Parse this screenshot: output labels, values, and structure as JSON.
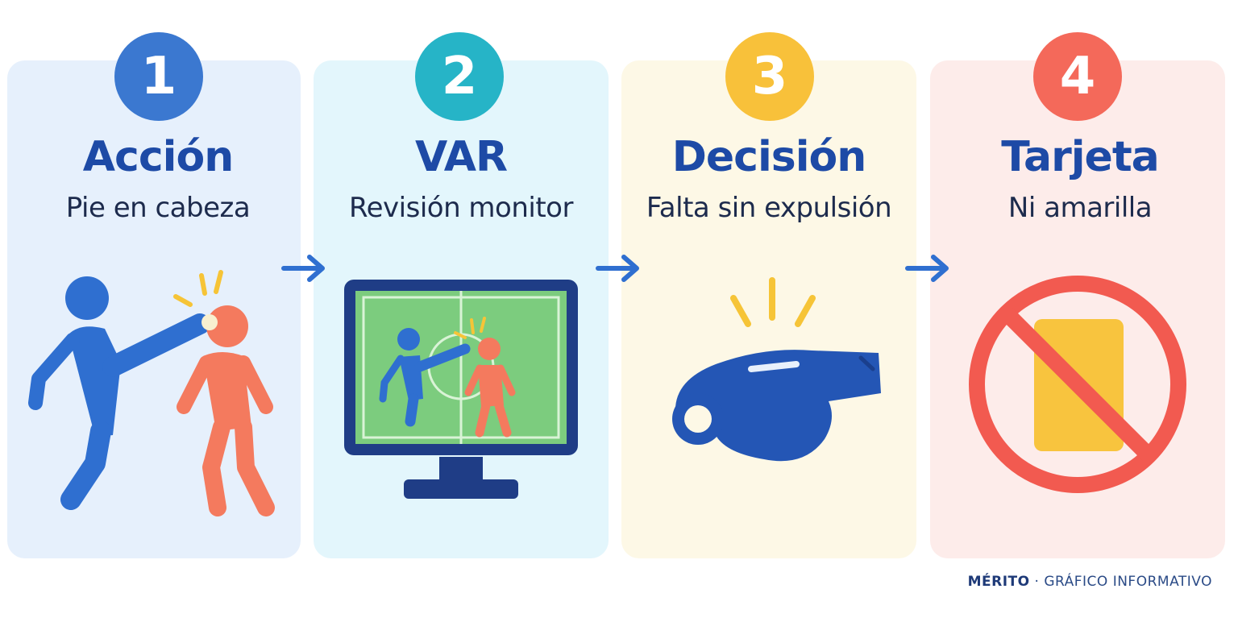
{
  "steps": [
    {
      "number": "1",
      "title": "Acción",
      "subtitle": "Pie en cabeza",
      "color": "#3b78d0",
      "icon": "kick-to-head-icon"
    },
    {
      "number": "2",
      "title": "VAR",
      "subtitle": "Revisión monitor",
      "color": "#26b4c7",
      "icon": "var-monitor-icon"
    },
    {
      "number": "3",
      "title": "Decisión",
      "subtitle": "Falta sin expulsión",
      "color": "#f8c13a",
      "icon": "whistle-icon"
    },
    {
      "number": "4",
      "title": "Tarjeta",
      "subtitle": "Ni amarilla",
      "color": "#f4695a",
      "icon": "no-yellow-card-icon"
    }
  ],
  "footer": {
    "brand": "MÉRITO",
    "separator": " · ",
    "label": "GRÁFICO INFORMATIVO"
  },
  "colors": {
    "blue_figure": "#2f6fd0",
    "red_figure": "#f47a5e",
    "title": "#1d4aa6",
    "arrow": "#2f6fd0",
    "accent_yellow": "#f6c437"
  }
}
